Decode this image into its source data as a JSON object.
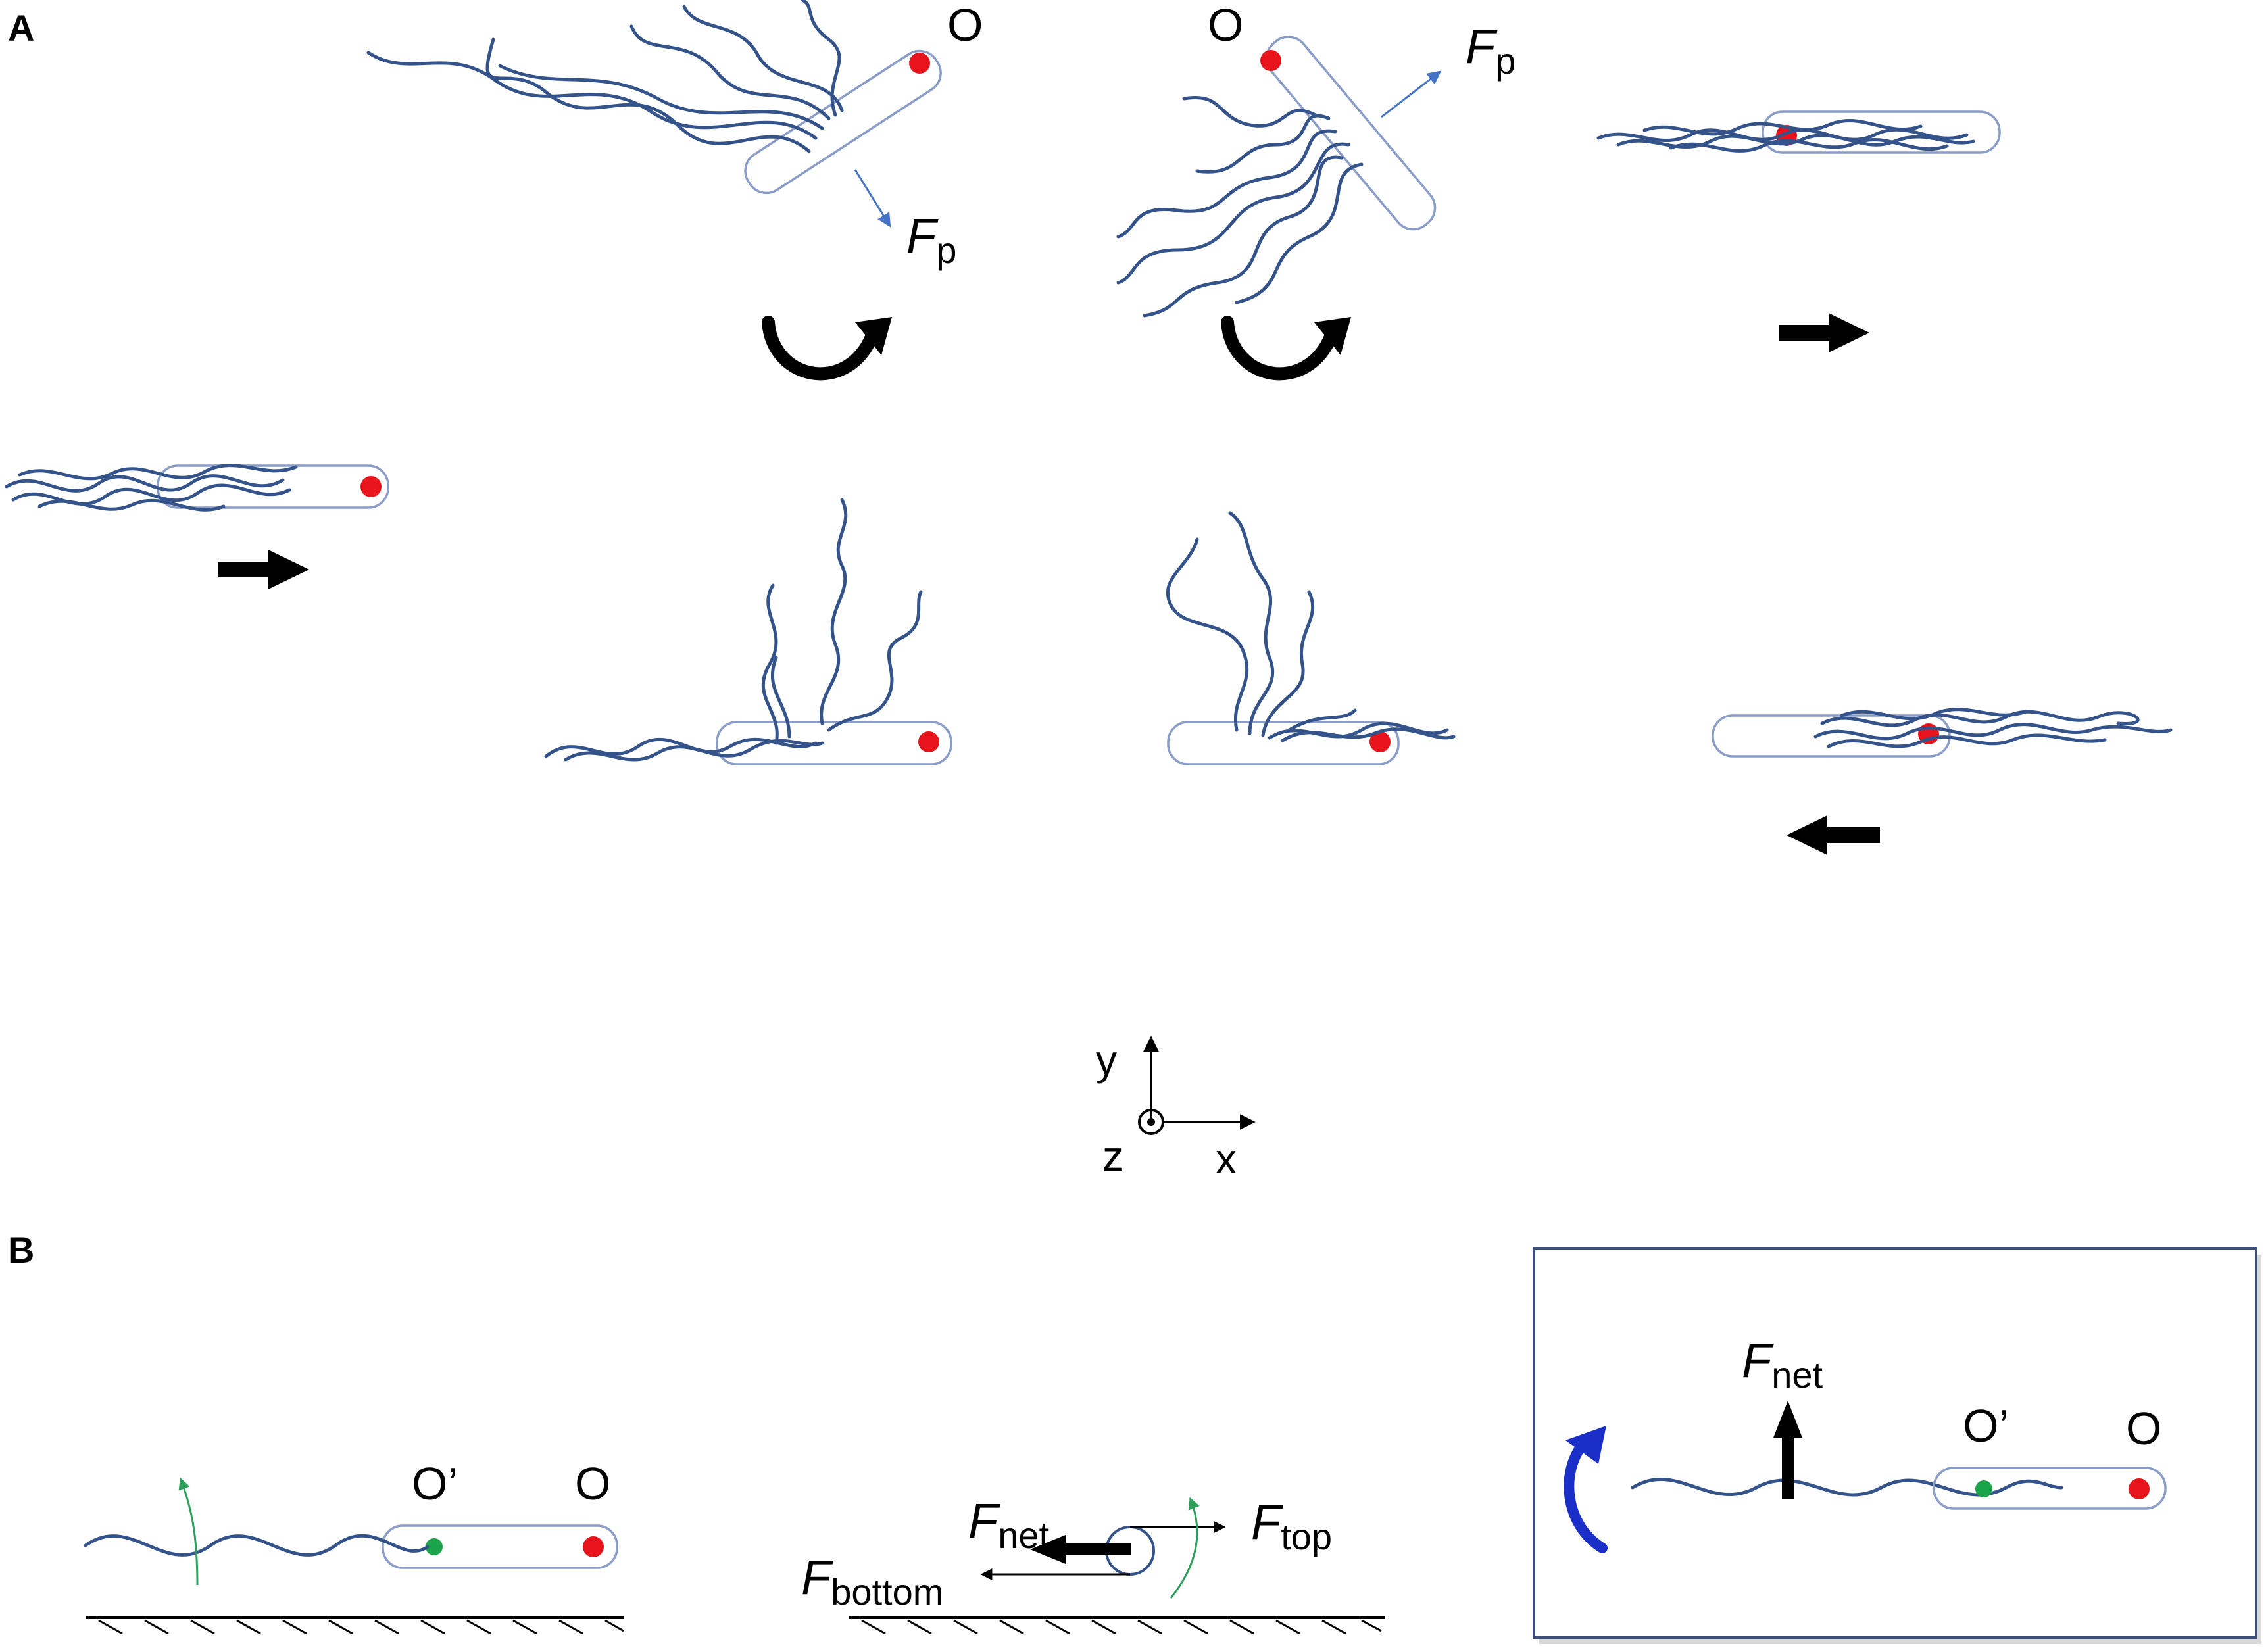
{
  "panels": {
    "a": {
      "letter": "A"
    },
    "b": {
      "letter": "B"
    }
  },
  "labels": {
    "origin": "O",
    "origin_prime": "O’",
    "force_symbol": "F",
    "sub_p": "p",
    "sub_net": "net",
    "sub_top": "top",
    "sub_bottom": "bottom"
  },
  "axes": {
    "y": "y",
    "z": "z",
    "x": "x"
  },
  "colors": {
    "flagella": "#34538a",
    "cell_outline": "#8a9cc8",
    "red_dot": "#e8141b",
    "green_dot": "#1aa34a",
    "force_vector": "#4472c4",
    "green_arrow": "#2e9e5b",
    "blue_rotation": "#1a2fc8",
    "box_border": "#3b4f7a"
  },
  "icons": [
    "curved-rotation-arrow-icon",
    "right-arrow-icon",
    "left-arrow-icon",
    "up-arrow-icon",
    "dot-out-of-page-icon"
  ]
}
